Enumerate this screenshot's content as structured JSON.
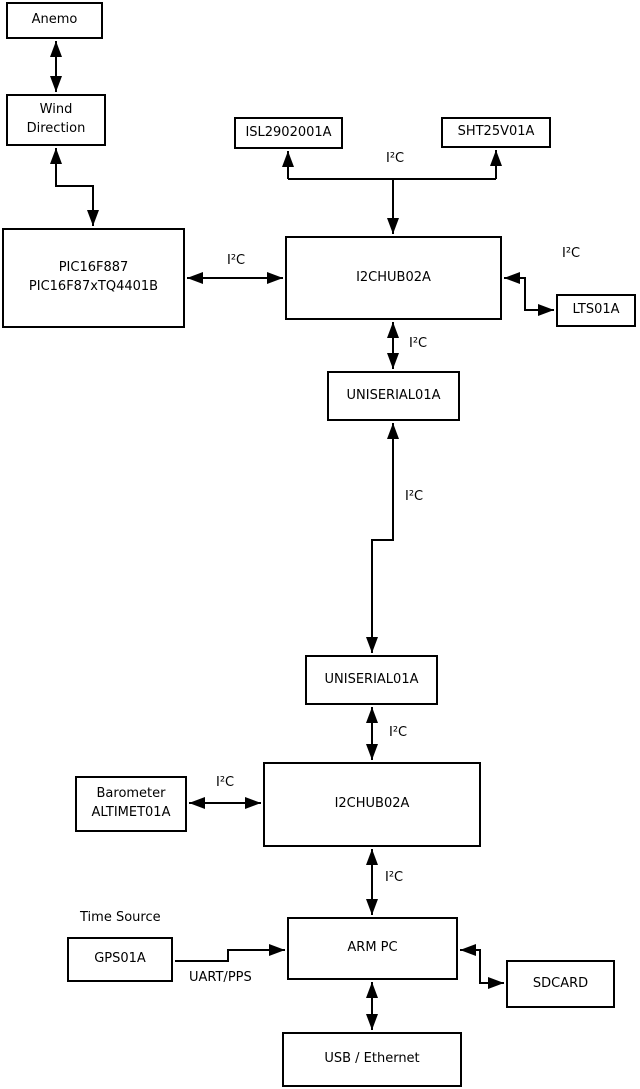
{
  "diagram": {
    "background_color": "#ffffff",
    "line_color": "#000000",
    "box_fill_color": "#ffffff",
    "text_color": "#000000",
    "nodes": {
      "anemo": {
        "label": "Anemo"
      },
      "wind_direction": {
        "label": "Wind\nDirection"
      },
      "pic": {
        "label": "PIC16F887\nPIC16F87xTQ4401B"
      },
      "isl": {
        "label": "ISL2902001A"
      },
      "sht": {
        "label": "SHT25V01A"
      },
      "hub_top": {
        "label": "I2CHUB02A"
      },
      "lts": {
        "label": "LTS01A"
      },
      "uniserial_top": {
        "label": "UNISERIAL01A"
      },
      "uniserial_bottom": {
        "label": "UNISERIAL01A"
      },
      "hub_bottom": {
        "label": "I2CHUB02A"
      },
      "barometer": {
        "label": "Barometer\nALTIMET01A"
      },
      "gps": {
        "label": "GPS01A"
      },
      "arm_pc": {
        "label": "ARM PC"
      },
      "sdcard": {
        "label": "SDCARD"
      },
      "usb_ethernet": {
        "label": "USB / Ethernet"
      }
    },
    "edge_labels": {
      "i2c_sensors": "I²C",
      "i2c_pic_hub": "I²C",
      "i2c_hub_lts": "I²C",
      "i2c_hub_uniserial": "I²C",
      "i2c_uniserial_link": "I²C",
      "i2c_uniserial_hub2": "I²C",
      "i2c_barometer": "I²C",
      "i2c_hub2_arm": "I²C",
      "time_source": "Time Source",
      "uart_pps": "UART/PPS"
    }
  }
}
